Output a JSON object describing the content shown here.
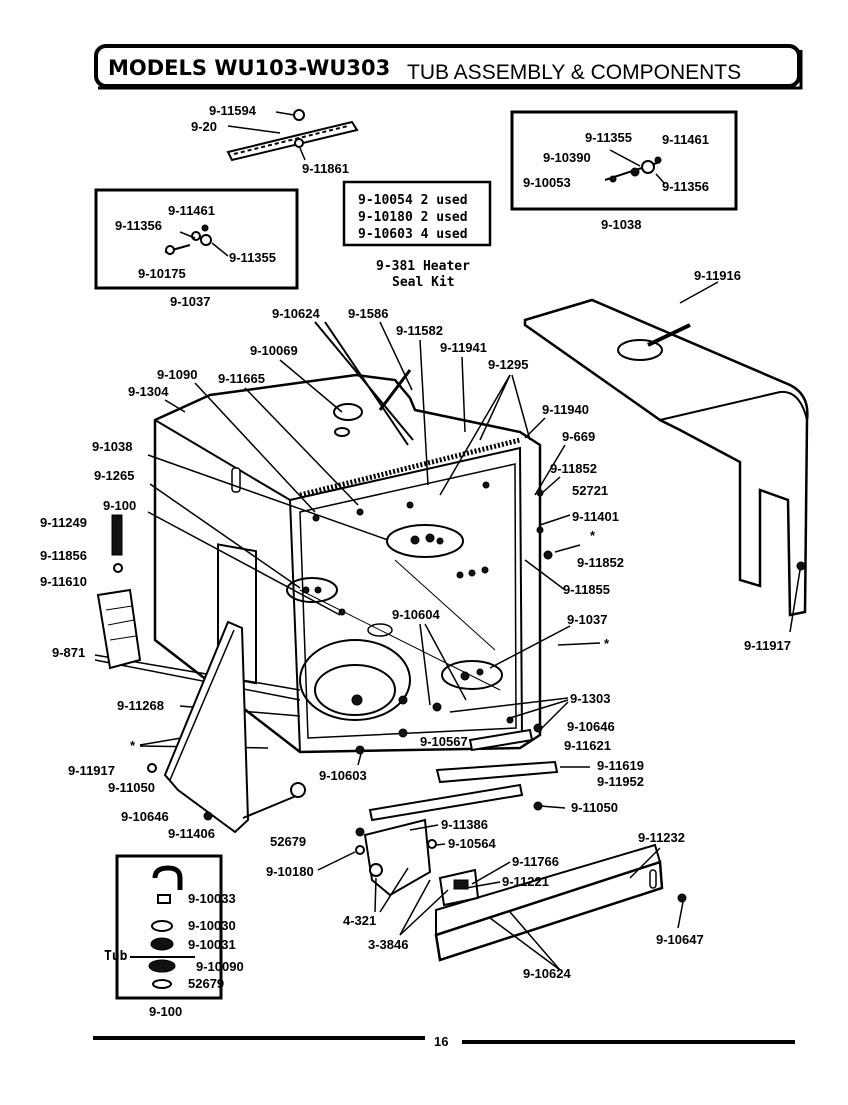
{
  "header": {
    "models": "MODELS WU103-WU303",
    "title": "TUB ASSEMBLY & COMPONENTS"
  },
  "page_number": "16",
  "note_box": {
    "lines": [
      "9-10054 2 used",
      "9-10180 2 used",
      "9-10603 4 used"
    ]
  },
  "heater_kit": {
    "line1": "9-381 Heater",
    "line2": "Seal Kit"
  },
  "inset_1037": {
    "caption": "9-1037",
    "labels": [
      "9-11461",
      "9-11356",
      "9-11355",
      "9-10175"
    ]
  },
  "inset_1038": {
    "caption": "9-1038",
    "labels": [
      "9-11355",
      "9-11461",
      "9-10390",
      "9-10053",
      "9-11356"
    ]
  },
  "inset_100": {
    "caption": "9-100",
    "side_label": "Tub",
    "labels": [
      "9-10033",
      "9-10030",
      "9-10031",
      "9-10090",
      "52679"
    ]
  },
  "labels": {
    "l_11594": "9-11594",
    "l_20": "9-20",
    "l_11861": "9-11861",
    "l_11916": "9-11916",
    "l_10624a": "9-10624",
    "l_1586": "9-1586",
    "l_11582": "9-11582",
    "l_11941": "9-11941",
    "l_1295": "9-1295",
    "l_10069": "9-10069",
    "l_1090": "9-1090",
    "l_11665": "9-11665",
    "l_1304": "9-1304",
    "l_11940": "9-11940",
    "l_669": "9-669",
    "l_11852a": "9-11852",
    "l_52721": "52721",
    "l_11401": "9-11401",
    "l_star1": "*",
    "l_11852b": "9-11852",
    "l_11855": "9-11855",
    "l_1038": "9-1038",
    "l_1265": "9-1265",
    "l_100": "9-100",
    "l_11249": "9-11249",
    "l_11856": "9-11856",
    "l_11610": "9-11610",
    "l_10604": "9-10604",
    "l_1037": "9-1037",
    "l_star2": "*",
    "l_11917a": "9-11917",
    "l_871": "9-871",
    "l_1303": "9-1303",
    "l_11268": "9-11268",
    "l_10646a": "9-10646",
    "l_10567": "9-10567",
    "l_11621": "9-11621",
    "l_star3": "*",
    "l_11917b": "9-11917",
    "l_10603": "9-10603",
    "l_11619": "9-11619",
    "l_11952": "9-11952",
    "l_11050a": "9-11050",
    "l_11050b": "9-11050",
    "l_10646b": "9-10646",
    "l_11406": "9-11406",
    "l_52679": "52679",
    "l_11386": "9-11386",
    "l_10564": "9-10564",
    "l_11232": "9-11232",
    "l_10180": "9-10180",
    "l_11766": "9-11766",
    "l_11221": "9-11221",
    "l_321": "4-321",
    "l_3846": "3-3846",
    "l_10647": "9-10647",
    "l_10624b": "9-10624"
  }
}
